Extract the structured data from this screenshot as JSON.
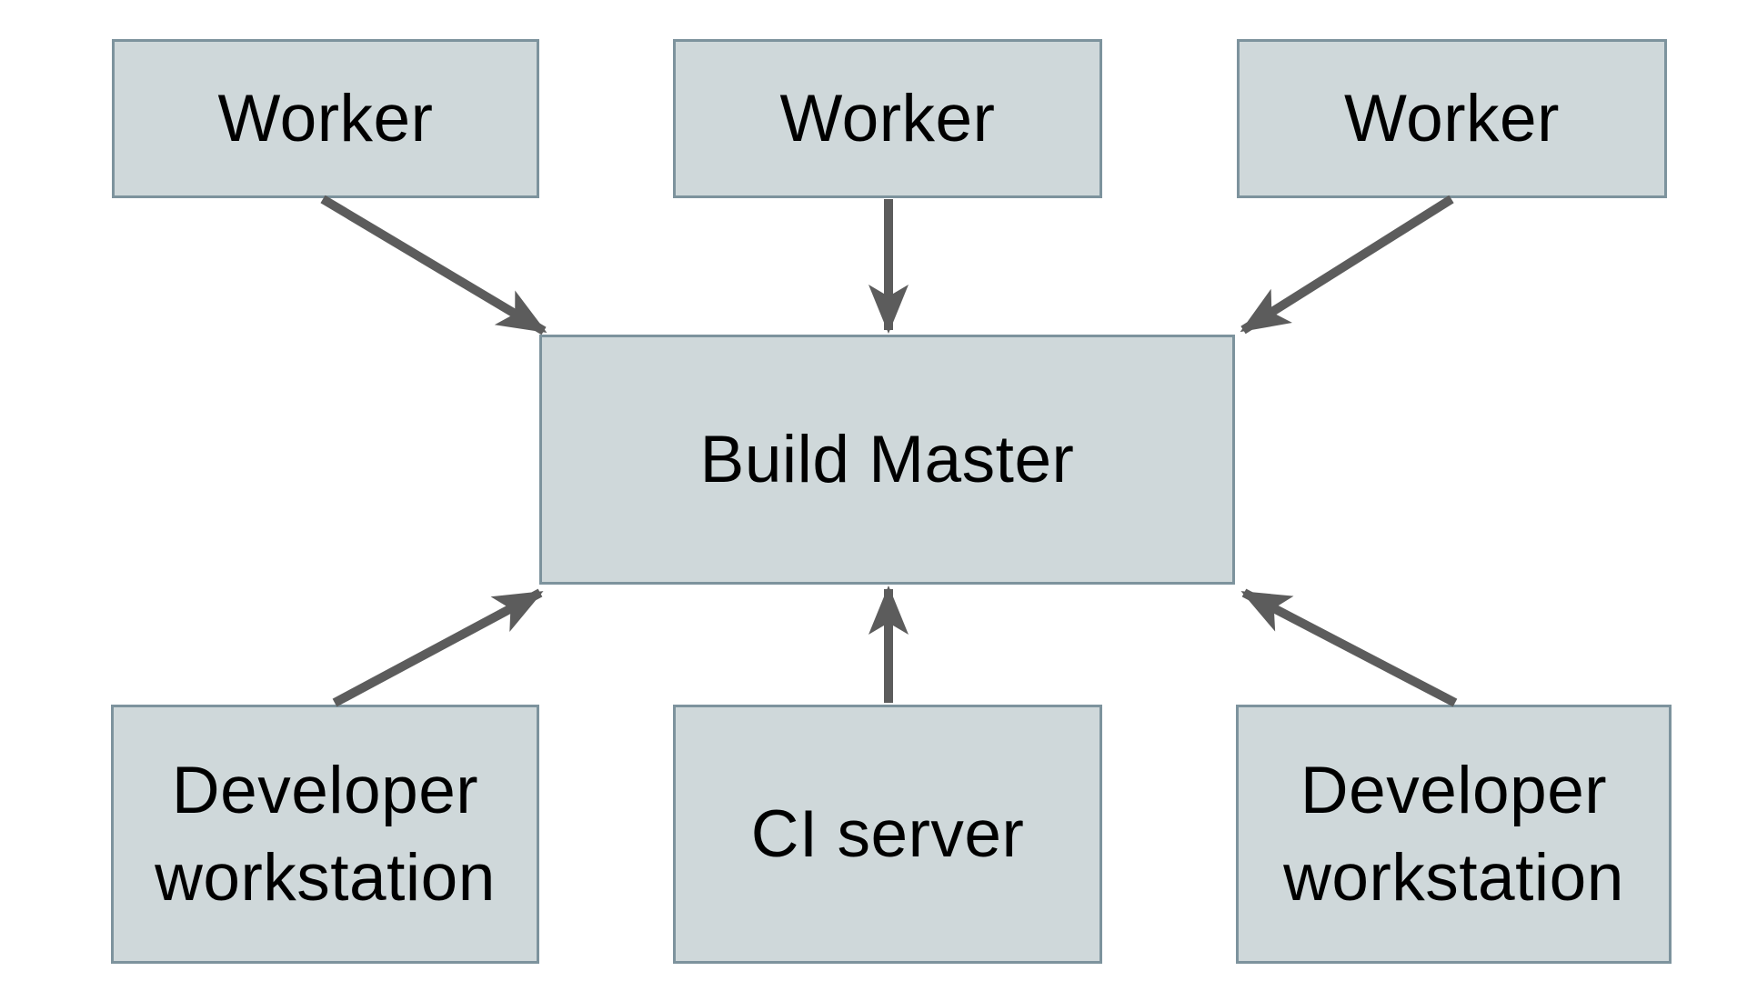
{
  "diagram": {
    "background_color": "#ffffff",
    "node_fill_color": "#cfd8da",
    "node_border_color": "#7d939d",
    "arrow_color": "#5c5c5c",
    "text_color": "#000000",
    "nodes": [
      {
        "id": "worker-1",
        "label": "Worker"
      },
      {
        "id": "worker-2",
        "label": "Worker"
      },
      {
        "id": "worker-3",
        "label": "Worker"
      },
      {
        "id": "build-master",
        "label": "Build Master"
      },
      {
        "id": "developer-workstation-left",
        "label": "Developer workstation"
      },
      {
        "id": "ci-server",
        "label": "CI server"
      },
      {
        "id": "developer-workstation-right",
        "label": "Developer workstation"
      }
    ],
    "edges": [
      {
        "from": "worker-1",
        "to": "build-master"
      },
      {
        "from": "worker-2",
        "to": "build-master"
      },
      {
        "from": "worker-3",
        "to": "build-master"
      },
      {
        "from": "developer-workstation-left",
        "to": "build-master"
      },
      {
        "from": "ci-server",
        "to": "build-master"
      },
      {
        "from": "developer-workstation-right",
        "to": "build-master"
      }
    ]
  }
}
